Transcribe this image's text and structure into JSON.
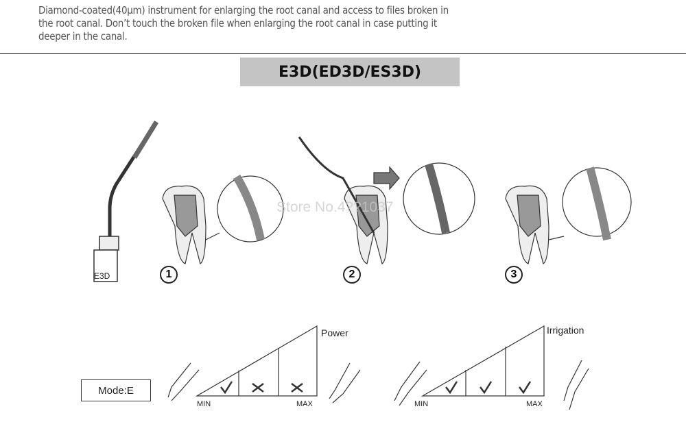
{
  "description": "Diamond-coated(40μm) instrument for enlarging the root canal and access to files broken in the root canal. Don’t touch the broken file when enlarging the root canal in case putting it deeper in the canal.",
  "title": "E3D(ED3D/ES3D)",
  "tip_label": "E3D",
  "steps": [
    "1",
    "2",
    "3"
  ],
  "watermark": "Store No.4??1037",
  "mode_label": "Mode:E",
  "power": {
    "label": "Power",
    "min": "MIN",
    "max": "MAX",
    "marks": [
      "check",
      "cross",
      "cross"
    ]
  },
  "irrigation": {
    "label": "Irrigation",
    "min": "MIN",
    "max": "MAX",
    "marks": [
      "check",
      "check",
      "check"
    ]
  }
}
